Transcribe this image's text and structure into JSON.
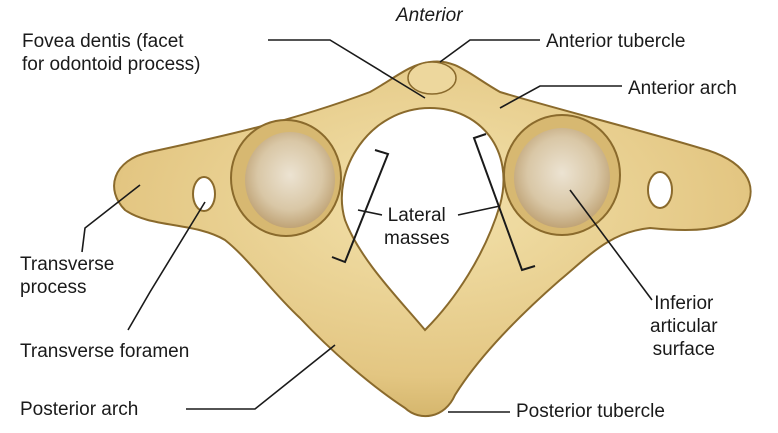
{
  "orientation_label": "Anterior",
  "labels": {
    "fovea_dentis": [
      "Fovea dentis (facet",
      "for odontoid process)"
    ],
    "anterior_tubercle": "Anterior tubercle",
    "anterior_arch": "Anterior arch",
    "lateral_masses": [
      "Lateral",
      "masses"
    ],
    "transverse_process": [
      "Transverse",
      "process"
    ],
    "transverse_foramen": "Transverse foramen",
    "inferior_articular_surface": [
      "Inferior",
      "articular",
      "surface"
    ],
    "posterior_arch": "Posterior arch",
    "posterior_tubercle": "Posterior tubercle"
  },
  "colors": {
    "bone": "#e7cf8f",
    "bone_shadow": "#c9a85a",
    "bone_outline": "#8a6a2c",
    "articular_surface": "#d8c6a6",
    "leader_line": "#1a1a1a"
  }
}
